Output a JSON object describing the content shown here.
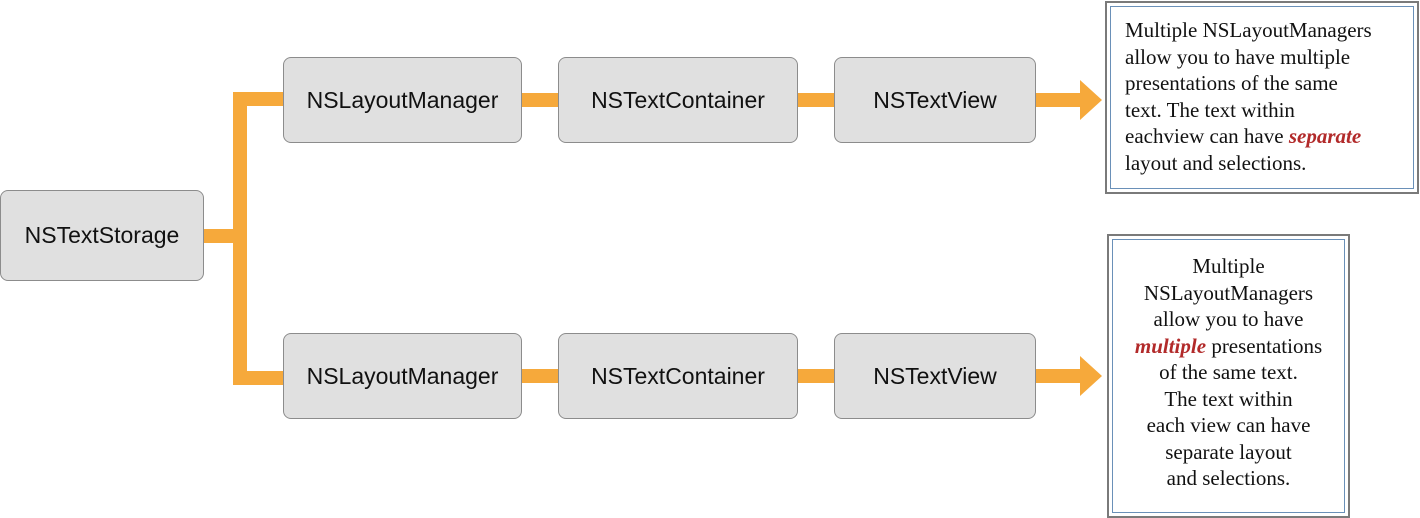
{
  "colors": {
    "connector": "#f6a93b",
    "node_fill": "#e0e0e0",
    "node_border": "#8c8c8c",
    "note_outer_border": "#7a7a7a",
    "note_inner_border": "#6a90b8",
    "emphasis": "#b22a2a"
  },
  "nodes": {
    "storage": "NSTextStorage",
    "top_row": {
      "layout_manager": "NSLayoutManager",
      "text_container": "NSTextContainer",
      "text_view": "NSTextView"
    },
    "bottom_row": {
      "layout_manager": "NSLayoutManager",
      "text_container": "NSTextContainer",
      "text_view": "NSTextView"
    }
  },
  "notes": {
    "top": {
      "lines": [
        "Multiple NSLayoutManagers",
        "allow you to have multiple",
        "presentations of the same",
        "text. The text within"
      ],
      "line5_before": "eachview can have ",
      "line5_emph": "separate",
      "line6": "layout and selections."
    },
    "bottom": {
      "lines_before": [
        "Multiple",
        "NSLayoutManagers",
        "allow you to have"
      ],
      "line4_emph": "multiple",
      "line4_after": " presentations",
      "lines_after": [
        "of the same text.",
        "The text within",
        "each view can have",
        "separate layout",
        "and selections."
      ]
    }
  }
}
